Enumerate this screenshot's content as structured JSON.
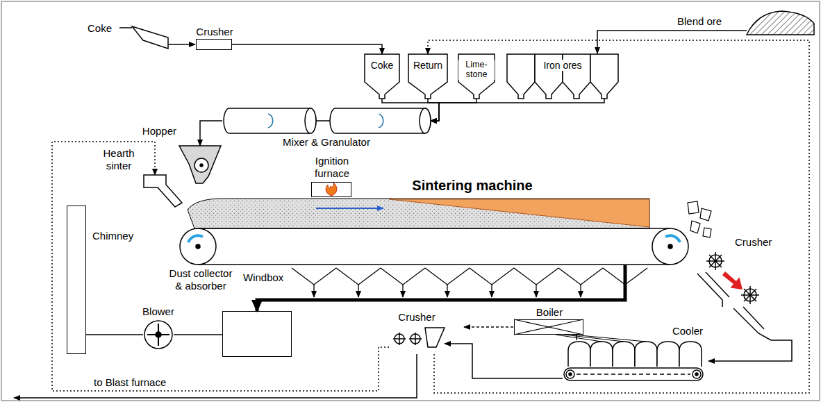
{
  "diagram": {
    "nodes": [
      {
        "text": [
          "Crusher"
        ]
      },
      {
        "text": [
          "Coke"
        ]
      },
      {
        "text": [
          "Return"
        ]
      },
      {
        "text": [
          "Lime- stone"
        ]
      },
      {
        "text": [
          "Iron ores"
        ]
      },
      {
        "text": [
          "Mixer & Granulator"
        ]
      },
      {
        "text": [
          "Hopper"
        ]
      },
      {
        "text": [
          "Hearth sinter"
        ]
      },
      {
        "text": [
          "Ignition furnace"
        ]
      },
      {
        "text": [
          "Sintering machine"
        ]
      },
      {
        "text": [
          "Chimney"
        ]
      },
      {
        "text": [
          "Dust collector & absorber"
        ]
      },
      {
        "text": [
          "Blower"
        ]
      },
      {
        "text": [
          "Crusher"
        ]
      },
      {
        "text": [
          "Boiler"
        ]
      },
      {
        "text": [
          "Crusher"
        ]
      },
      {
        "text": [
          "Cooler"
        ]
      }
    ],
    "edges": [
      {
        "from": 0,
        "to": 1,
        "arrow": "to"
      },
      {
        "from": 1,
        "to": 5,
        "arrow": "to"
      },
      {
        "from": 2,
        "to": 5,
        "arrow": "to"
      },
      {
        "from": 3,
        "to": 5,
        "arrow": "to"
      },
      {
        "from": 4,
        "to": 5,
        "arrow": "to"
      },
      {
        "from": 5,
        "to": 6,
        "arrow": "to"
      },
      {
        "from": 9,
        "to": 11,
        "arrow": "to"
      },
      {
        "from": 11,
        "to": 12,
        "arrow": "none"
      },
      {
        "from": 12,
        "to": 10,
        "arrow": "none"
      },
      {
        "from": 13,
        "to": 16,
        "arrow": "to"
      },
      {
        "from": 16,
        "to": 15,
        "arrow": "to"
      },
      {
        "from": 15,
        "to": 2,
        "arrow": "to"
      },
      {
        "from": 15,
        "to": 7,
        "arrow": "to"
      },
      {
        "from": 16,
        "to": 14,
        "arrow": "none"
      }
    ],
    "labels": [
      "Coke",
      "Blend ore",
      "Windbox",
      "to Blast furnace"
    ]
  }
}
